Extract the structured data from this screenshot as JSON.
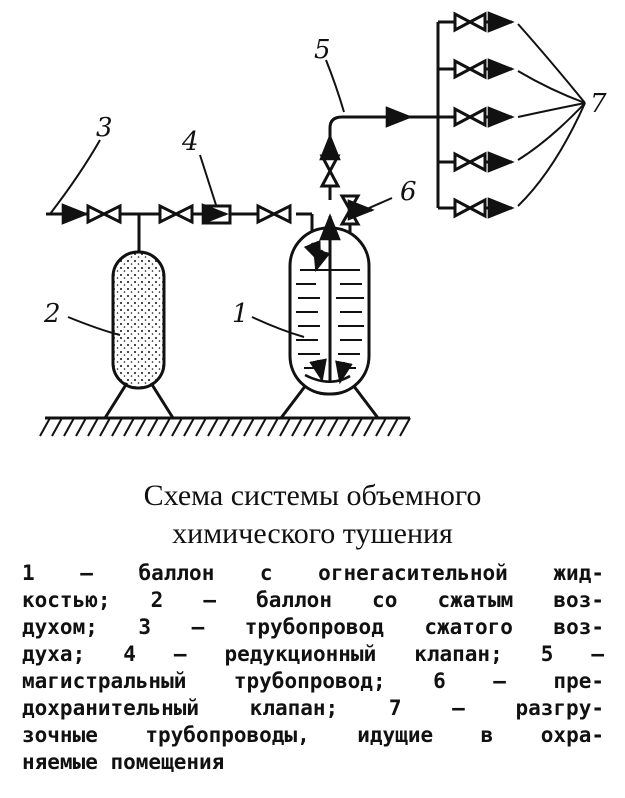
{
  "diagram": {
    "labels": {
      "cylinder_liquid": "1",
      "cylinder_air": "2",
      "air_pipe": "3",
      "reduction_valve": "4",
      "main_pipe": "5",
      "safety_valve": "6",
      "discharge_pipes": "7"
    }
  },
  "title": {
    "line1": "Схема системы объемного",
    "line2": "химического тушения"
  },
  "caption": {
    "lines": [
      "1 — баллон с огнегасительной жид-",
      "костью; 2 — баллон со сжатым воз-",
      "духом; 3 — трубопровод сжатого воз-",
      "духа; 4 — редукционный клапан; 5 —",
      "магистральный трубопровод; 6 — пре-",
      "дохранительный клапан; 7 — разгру-",
      "зочные трубопроводы, идущие в охра-",
      "няемые помещения"
    ]
  }
}
